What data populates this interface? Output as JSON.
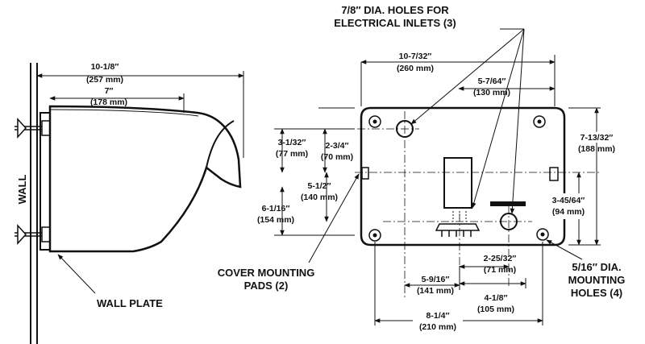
{
  "side_view": {
    "wall_label": "WALL",
    "wall_plate_label": "WALL PLATE",
    "dim_overall": {
      "imperial": "10-1/8″",
      "metric": "(257 mm)"
    },
    "dim_depth": {
      "imperial": "7″",
      "metric": "(178 mm)"
    }
  },
  "front_view": {
    "inlets_label": {
      "line1": "7/8″ DIA. HOLES FOR",
      "line2": "ELECTRICAL INLETS (3)"
    },
    "cover_pads_label": {
      "line1": "COVER MOUNTING",
      "line2": "PADS (2)"
    },
    "mount_holes_label": {
      "line1": "5/16″ DIA.",
      "line2": "MOUNTING",
      "line3": "HOLES (4)"
    },
    "dims": {
      "width_top": {
        "imperial": "10-7/32″",
        "metric": "(260 mm)"
      },
      "inlet_offset": {
        "imperial": "5-7/64″",
        "metric": "(130 mm)"
      },
      "height_right": {
        "imperial": "7-13/32″",
        "metric": "(188 mm)"
      },
      "right_lower": {
        "imperial": "3-45/64″",
        "metric": "(94 mm)"
      },
      "left_a": {
        "imperial": "3-1/32″",
        "metric": "(77 mm)"
      },
      "left_b": {
        "imperial": "2-3/4″",
        "metric": "(70 mm)"
      },
      "left_c": {
        "imperial": "5-1/2″",
        "metric": "(140 mm)"
      },
      "left_d": {
        "imperial": "6-1/16″",
        "metric": "(154 mm)"
      },
      "bottom_a": {
        "imperial": "2-25/32″",
        "metric": "(71 mm)"
      },
      "bottom_b": {
        "imperial": "5-9/16″",
        "metric": "(141 mm)"
      },
      "bottom_c": {
        "imperial": "4-1/8″",
        "metric": "(105 mm)"
      },
      "bottom_d": {
        "imperial": "8-1/4″",
        "metric": "(210 mm)"
      }
    }
  }
}
